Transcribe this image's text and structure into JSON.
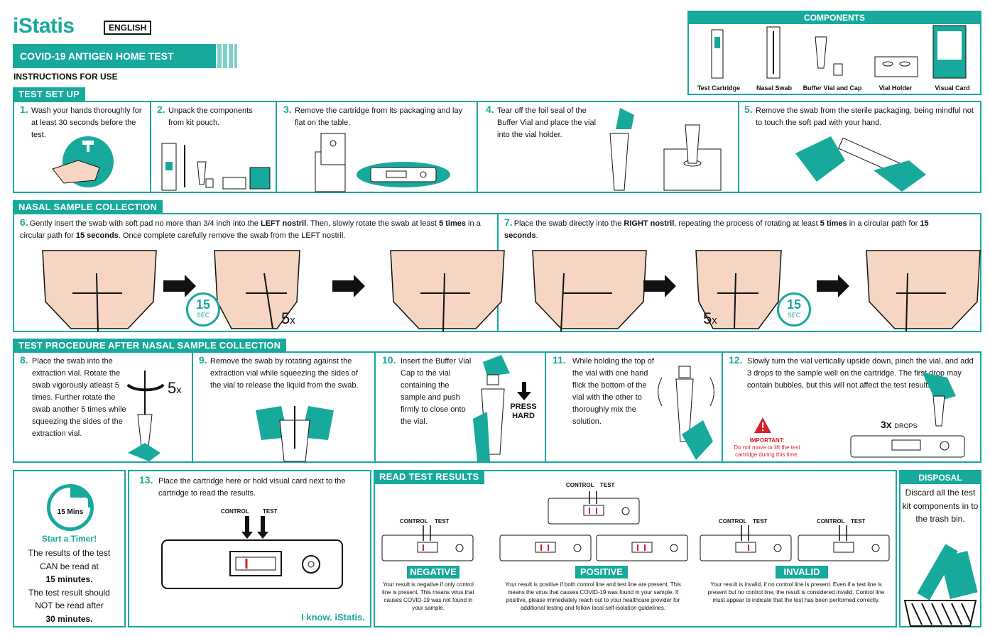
{
  "brand": {
    "logo": "iStatis",
    "language": "ENGLISH"
  },
  "title": "COVID-19 ANTIGEN HOME TEST",
  "subtitle": "INSTRUCTIONS FOR USE",
  "components": {
    "header": "COMPONENTS",
    "items": [
      "Test Cartridge",
      "Nasal Swab",
      "Buffer Vial and Cap",
      "Vial Holder",
      "Visual Card"
    ]
  },
  "sections": {
    "setup": "TEST SET UP",
    "nasal": "NASAL SAMPLE COLLECTION",
    "procedure": "TEST PROCEDURE AFTER NASAL SAMPLE COLLECTION",
    "read": "READ TEST RESULTS",
    "disposal": "DISPOSAL"
  },
  "steps": {
    "s1": {
      "num": "1.",
      "text": "Wash your hands thoroughly for at least 30 seconds before the test."
    },
    "s2": {
      "num": "2.",
      "text": "Unpack the components from kit pouch."
    },
    "s3": {
      "num": "3.",
      "text": "Remove the cartridge from its packaging and lay flat on the table."
    },
    "s4": {
      "num": "4.",
      "text": "Tear off the foil seal of the Buffer Vial and place the vial into the vial holder."
    },
    "s5": {
      "num": "5.",
      "text": "Remove the swab from the sterile packaging, being mindful not to touch the soft pad with your hand."
    },
    "s6": {
      "num": "6.",
      "a": "Gently insert the swab with soft pad no more than 3/4 inch into the ",
      "b": "LEFT nostril",
      "c": ". Then, slowly rotate the swab at least ",
      "d": "5 times",
      "e": " in a circular path for ",
      "f": "15 seconds",
      "g": ". Once complete carefully remove the swab from the LEFT nostril."
    },
    "s7": {
      "num": "7.",
      "a": "Place the swab directly into the ",
      "b": "RIGHT nostril",
      "c": ", repeating the process of rotating at least ",
      "d": "5 times",
      "e": " in a circular path for ",
      "f": "15 seconds",
      "g": "."
    },
    "s8": {
      "num": "8.",
      "text": "Place the swab into the extraction vial. Rotate the swab vigorously atleast 5 times. Further rotate the swab another 5 times while squeezing the sides of the extraction vial."
    },
    "s9": {
      "num": "9.",
      "text": "Remove the swab by rotating against the extraction vial while squeezing the sides of the vial to release the liquid from the swab."
    },
    "s10": {
      "num": "10.",
      "text": "Insert the Buffer Vial Cap to the vial containing the sample and push firmly to close onto the vial.",
      "press": "PRESS HARD"
    },
    "s11": {
      "num": "11.",
      "text": "While holding the top of the vial with one hand flick the bottom of the vial with the other to thoroughly mix the solution."
    },
    "s12": {
      "num": "12.",
      "text": "Slowly turn the vial vertically upside down, pinch the vial, and add 3 drops to the sample well on the cartridge. The first drop may contain bubbles, but this will not affect the test results.",
      "important": "IMPORTANT:",
      "warning": "Do not move or lift the test cartridge during this time.",
      "drops_num": "3x",
      "drops": "DROPS"
    },
    "s13": {
      "num": "13.",
      "text": "Place the cartridge here or hold visual card next to the cartridge to read the results.",
      "control": "CONTROL",
      "test": "TEST",
      "tagline": "I know. iStatis."
    }
  },
  "timer": {
    "label": "15 Mins",
    "heading": "Start a Timer!",
    "l1": "The results of the test CAN be read at",
    "b1": "15 minutes.",
    "l2": "The test result should NOT be read after",
    "b2": "30 minutes."
  },
  "sec15": {
    "num": "15",
    "unit": "SEC"
  },
  "times5": {
    "num": "5",
    "x": "x"
  },
  "results": {
    "control": "CONTROL",
    "test": "TEST",
    "negative": {
      "label": "NEGATIVE",
      "text": "Your result is negative if only control line is present. This means virus that causes COVID-19 was not found in your sample."
    },
    "positive": {
      "label": "POSITIVE",
      "text": "Your result is positive if both control line and test line are present. This means the virus that causes COVID-19 was found in your sample. If positive, please immediately reach out to your healthcare provider for additional testing and follow local self-isolation guidelines."
    },
    "invalid": {
      "label": "INVALID",
      "text": "Your result is invalid, if no control line is present. Even if a test line is present but no control line, the result is considered invalid. Control line must appear to indicate that the test has been performed correctly."
    }
  },
  "disposal": {
    "text": "Discard all the test kit components in to the trash bin."
  },
  "colors": {
    "accent": "#18a99d",
    "line": "#d6202b"
  }
}
